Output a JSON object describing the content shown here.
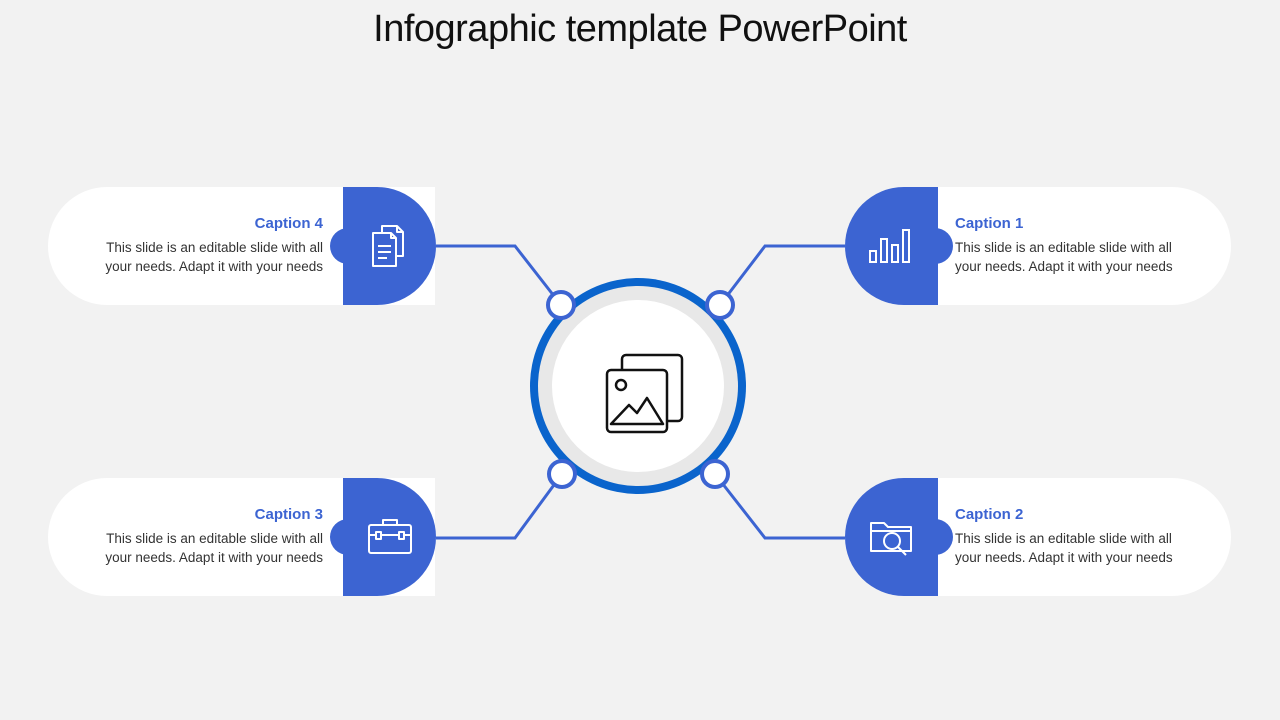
{
  "title": "Infographic template PowerPoint",
  "colors": {
    "accent": "#3c64d2",
    "ring": "#0a64cc",
    "background": "#f2f2f2"
  },
  "center": {
    "icon": "image-gallery-icon"
  },
  "items": [
    {
      "caption": "Caption 4",
      "desc_line1": "This slide is an editable slide with all",
      "desc_line2": "your needs. Adapt it with your needs",
      "icon": "document-icon"
    },
    {
      "caption": "Caption 1",
      "desc_line1": "This slide is an editable slide with all",
      "desc_line2": "your needs. Adapt it with your needs",
      "icon": "bar-chart-icon"
    },
    {
      "caption": "Caption 3",
      "desc_line1": "This slide is an editable slide with all",
      "desc_line2": "your needs. Adapt it with your needs",
      "icon": "briefcase-icon"
    },
    {
      "caption": "Caption 2",
      "desc_line1": "This slide is an editable slide with all",
      "desc_line2": "your needs. Adapt it with your needs",
      "icon": "folder-search-icon"
    }
  ]
}
